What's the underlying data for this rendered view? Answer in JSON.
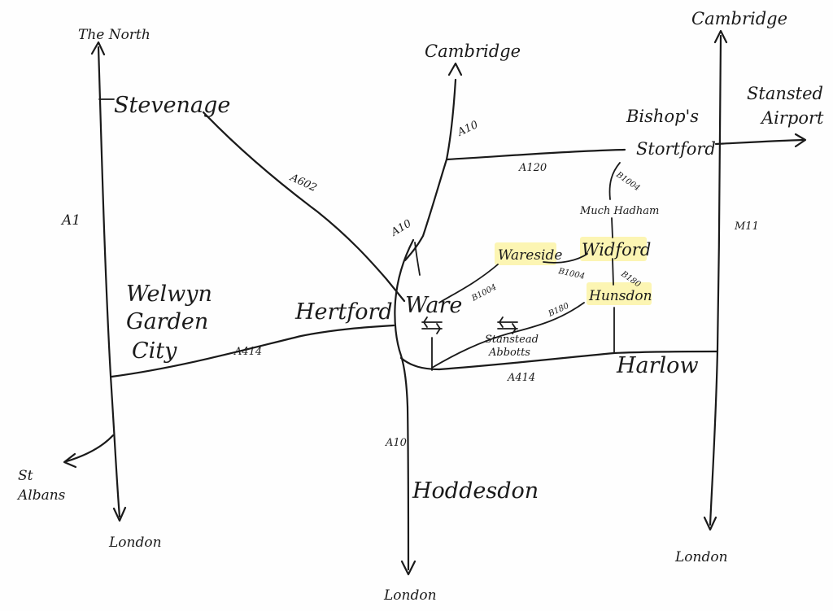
{
  "places": {
    "stevenage": "Stevenage",
    "welwyn_line1": "Welwyn",
    "welwyn_line2": "Garden",
    "welwyn_line3": "City",
    "hertford": "Hertford",
    "ware": "Ware",
    "wareside": "Wareside",
    "widford": "Widford",
    "hunsdon": "Hunsdon",
    "much_hadham": "Much Hadham",
    "bishops_line1": "Bishop's",
    "bishops_line2": "Stortford",
    "stanstead_line1": "Stanstead",
    "stanstead_line2": "Abbotts",
    "harlow": "Harlow",
    "hoddesdon": "Hoddesdon"
  },
  "destinations": {
    "the_north": "The North",
    "cambridge_a10": "Cambridge",
    "cambridge_m11": "Cambridge",
    "stansted_line1": "Stansted",
    "stansted_line2": "Airport",
    "st_albans_line1": "St",
    "st_albans_line2": "Albans",
    "london_a1": "London",
    "london_a10": "London",
    "london_m11": "London"
  },
  "roads": {
    "a1": "A1",
    "a602": "A602",
    "a10_north": "A10",
    "a10_ware": "A10",
    "a10_south": "A10",
    "a120": "A120",
    "a414_west": "A414",
    "a414_east": "A414",
    "m11": "M11",
    "b1004_north": "B1004",
    "b1004_ware": "B1004",
    "b1004_widford": "B1004",
    "b180_hunsdon": "B180",
    "b180_widford": "B180"
  },
  "highlighted_places": [
    "Wareside",
    "Widford",
    "Hunsdon"
  ],
  "colors": {
    "ink": "#1a1a1a",
    "highlight": "#fbf3a6",
    "paper": "#fefefe"
  },
  "icons": [
    "railway-station-icon",
    "railway-station-icon"
  ]
}
